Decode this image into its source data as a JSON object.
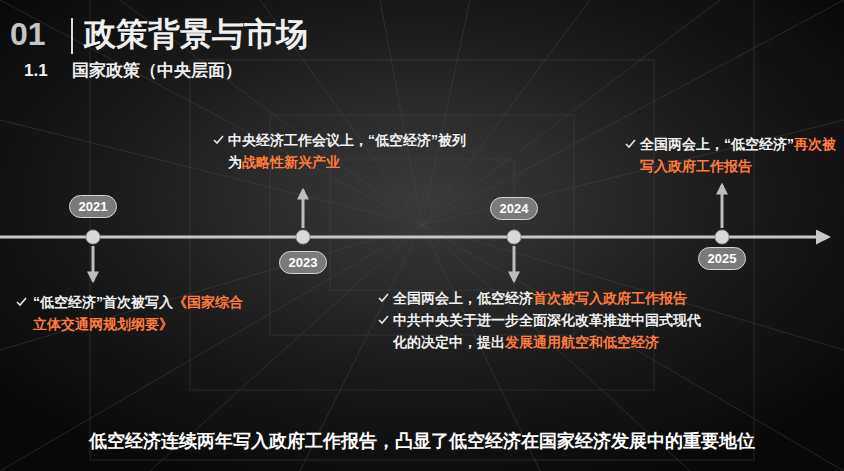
{
  "diagram": {
    "title": "政策背景与市场",
    "caption": "低空经济连续两年写入政府工作报告，凸显了低空经济在国家经济发展中的重要地位",
    "nodes": [
      {
        "text": [
          "2021"
        ]
      },
      {
        "text": [
          "2023"
        ]
      },
      {
        "text": [
          "2024"
        ]
      },
      {
        "text": [
          "2025"
        ]
      }
    ],
    "labels": [
      "01",
      "1.1",
      "国家政策（中央层面）",
      "中央经济工作会议上，“低空经济”被列为",
      "战略性新兴产业",
      "全国两会上，“低空经济”",
      "再次被写入政府工作报告",
      "“低空经济”首次被写入",
      "《国家综合立体交通网规划纲要》",
      "全国两会上，低空经济",
      "首次被写入政府工作报告",
      "中共中央关于进一步全面深化改革推进中国式现代化的决定中，提出",
      "发展通用航空和低空经济"
    ]
  }
}
